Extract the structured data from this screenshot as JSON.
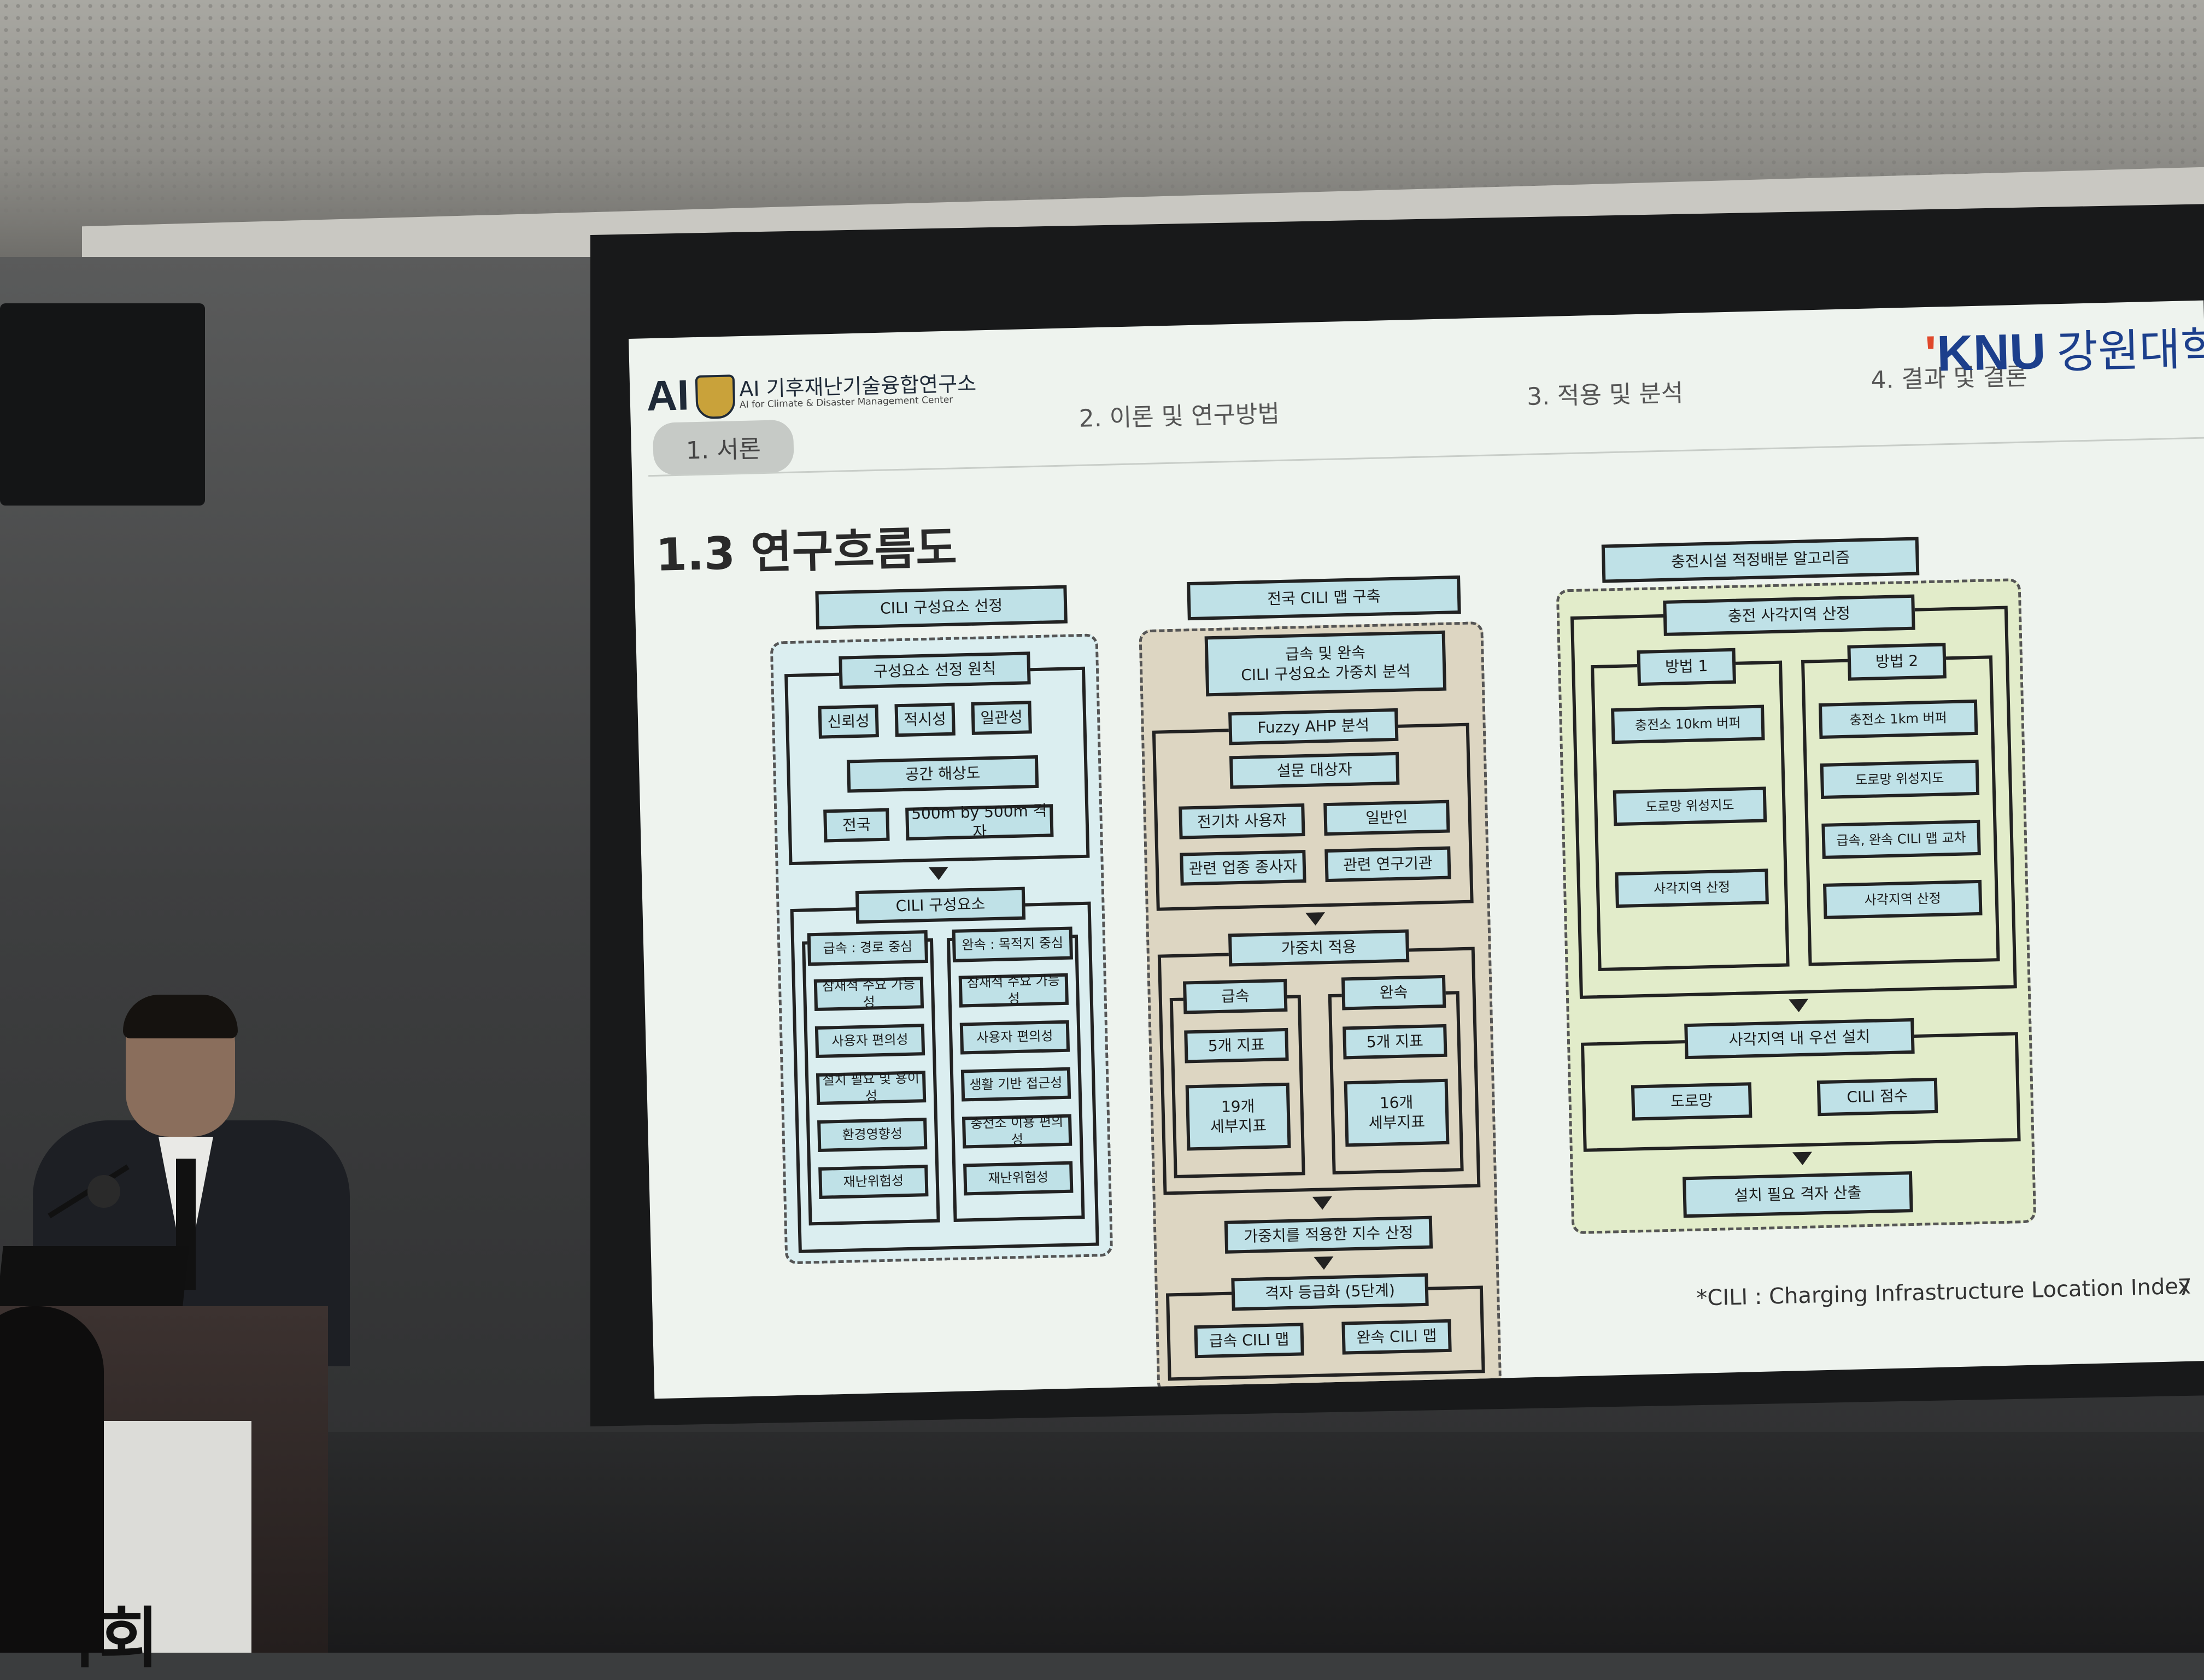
{
  "slide": {
    "logo": {
      "mark": "AI",
      "institute_kr": "AI 기후재난기술융합연구소",
      "institute_en": "AI for Climate & Disaster Management Center"
    },
    "university": {
      "mark": "KNU",
      "name": "강원대학교"
    },
    "nav": [
      "1. 서론",
      "2. 이론 및 연구방법",
      "3. 적용 및 분석",
      "4. 결과 및 결론"
    ],
    "active_nav": "1. 서론",
    "section_title": "1.3  연구흐름도",
    "col1": {
      "header": "CILI 구성요소 선정",
      "principles": "구성요소 선정 원칙",
      "p1": "신뢰성",
      "p2": "적시성",
      "p3": "일관성",
      "resolution": "공간 해상도",
      "r1": "전국",
      "r2": "500m by 500m 격자",
      "components": "CILI 구성요소",
      "fast_title": "급속 : 경로 중심",
      "fast_items": [
        "잠재적 수요 가능성",
        "사용자 편의성",
        "설치 필요 및 용이성",
        "환경영향성",
        "재난위험성"
      ],
      "slow_title": "완속 : 목적지 중심",
      "slow_items": [
        "잠재적 수요 가능성",
        "사용자 편의성",
        "생활 기반 접근성",
        "충전소 이용 편의성",
        "재난위험성"
      ]
    },
    "col2": {
      "header": "전국 CILI 맵 구축",
      "weight_analysis": "급속 및 완속\nCILI 구성요소 가중치 분석",
      "ahp": "Fuzzy AHP 분석",
      "survey": "설문 대상자",
      "s1": "전기차 사용자",
      "s2": "일반인",
      "s3": "관련 업종 종사자",
      "s4": "관련 연구기관",
      "apply": "가중치 적용",
      "fast": "급속",
      "slow": "완속",
      "fast_ind": "5개 지표",
      "slow_ind": "5개 지표",
      "fast_sub": "19개\n세부지표",
      "slow_sub": "16개\n세부지표",
      "index": "가중치를 적용한 지수 산정",
      "grade": "격자 등급화 (5단계)",
      "fast_map": "급속 CILI 맵",
      "slow_map": "완속 CILI 맵"
    },
    "col3": {
      "header": "충전시설 적정배분 알고리즘",
      "blind": "충전 사각지역 산정",
      "m1": "방법 1",
      "m2": "방법 2",
      "m1_items": [
        "충전소 10km 버퍼",
        "도로망 위성지도",
        "사각지역 산정"
      ],
      "m2_items": [
        "충전소 1km 버퍼",
        "도로망 위성지도",
        "급속, 완속 CILI 맵 교차",
        "사각지역 산정"
      ],
      "priority": "사각지역 내 우선 설치",
      "road": "도로망",
      "score": "CILI 점수",
      "result": "설치 필요 격자 산출"
    },
    "footnote": "*CILI : Charging Infrastructure Location Index",
    "page": "7"
  },
  "podium_sign": "학회"
}
